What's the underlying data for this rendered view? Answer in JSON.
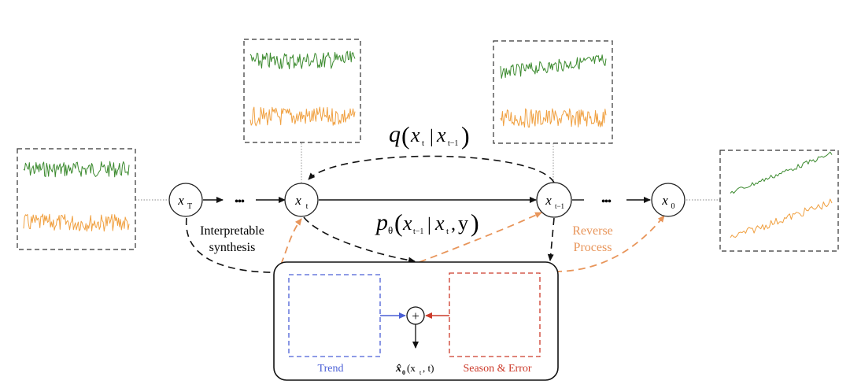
{
  "nodes": {
    "xT": {
      "main": "x",
      "sub": "T"
    },
    "xt": {
      "main": "x",
      "sub": "t"
    },
    "xt1": {
      "main": "x",
      "sub": "t−1"
    },
    "x0": {
      "main": "x",
      "sub": "0"
    }
  },
  "ellipsis": "•••",
  "labels": {
    "forward": {
      "q": "q",
      "x": "x",
      "t": "t",
      "bar": "|",
      "x2": "x",
      "t1": "t−1"
    },
    "reverse": {
      "p": "p",
      "theta": "θ",
      "x": "x",
      "t1": "t−1",
      "bar": "|",
      "x2": "x",
      "t": "t",
      "y": "y"
    },
    "interpretable_line1": "Interpretable",
    "interpretable_line2": "synthesis",
    "reverse_process_line1": "Reverse",
    "reverse_process_line2": "Process",
    "trend": "Trend",
    "season_error": "Season & Error",
    "output": {
      "xhat": "x̂",
      "sub0": "0",
      "args": "(x",
      "sub_t": "t",
      "tail": ", t)"
    },
    "plus": "+"
  },
  "colors": {
    "green": "#3b8a2e",
    "orange": "#f0a040",
    "blue": "#4a5fd6",
    "blue_light": "#8a8df0",
    "red": "#cc3a2a",
    "red_light": "#e06a5a",
    "orange_arrow": "#e8955a"
  }
}
